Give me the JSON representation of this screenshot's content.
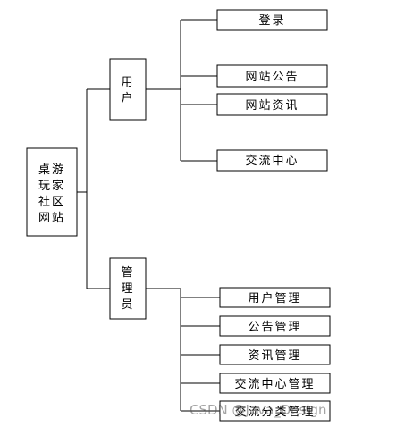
{
  "diagram": {
    "root": {
      "label_lines": [
        "桌游",
        "玩家",
        "社区",
        "网站"
      ]
    },
    "branches": [
      {
        "label_lines": [
          "用",
          "户"
        ],
        "children": [
          "登录",
          "网站公告",
          "网站资讯",
          "交流中心"
        ]
      },
      {
        "label_lines": [
          "管",
          "理",
          "员"
        ],
        "children": [
          "用户管理",
          "公告管理",
          "资讯管理",
          "交流中心管理",
          "交流分类管理"
        ]
      }
    ]
  },
  "watermark": "CSDN @Java_Design"
}
